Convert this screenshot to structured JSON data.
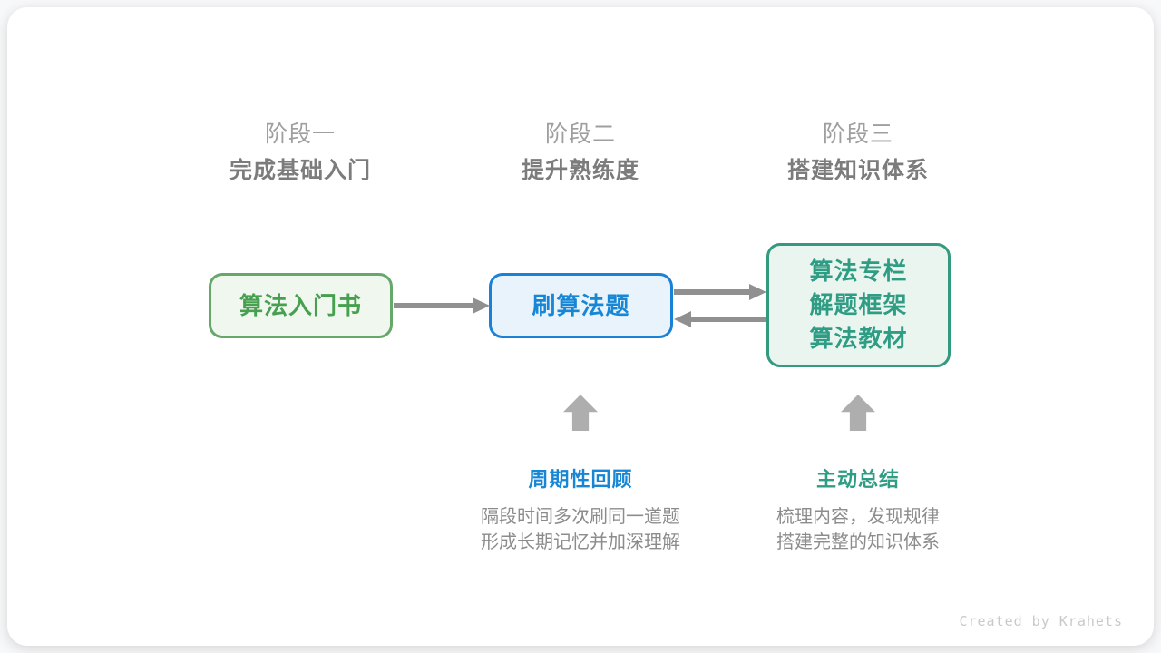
{
  "stages": [
    {
      "label": "阶段一",
      "subtitle": "完成基础入门"
    },
    {
      "label": "阶段二",
      "subtitle": "提升熟练度"
    },
    {
      "label": "阶段三",
      "subtitle": "搭建知识体系"
    }
  ],
  "nodes": [
    {
      "lines": [
        "算法入门书"
      ]
    },
    {
      "lines": [
        "刷算法题"
      ]
    },
    {
      "lines": [
        "算法专栏",
        "解题框架",
        "算法教材"
      ]
    }
  ],
  "annotations": [
    {
      "title": "周期性回顾",
      "desc": [
        "隔段时间多次刷同一道题",
        "形成长期记忆并加深理解"
      ]
    },
    {
      "title": "主动总结",
      "desc": [
        "梳理内容，发现规律",
        "搭建完整的知识体系"
      ]
    }
  ],
  "footer": {
    "credit": "Created by Krahets"
  },
  "colors": {
    "green": "#47a050",
    "blue": "#1787d5",
    "teal": "#2f9c84",
    "arrow_gray": "#909090",
    "block_arrow_gray": "#aeaeae"
  }
}
